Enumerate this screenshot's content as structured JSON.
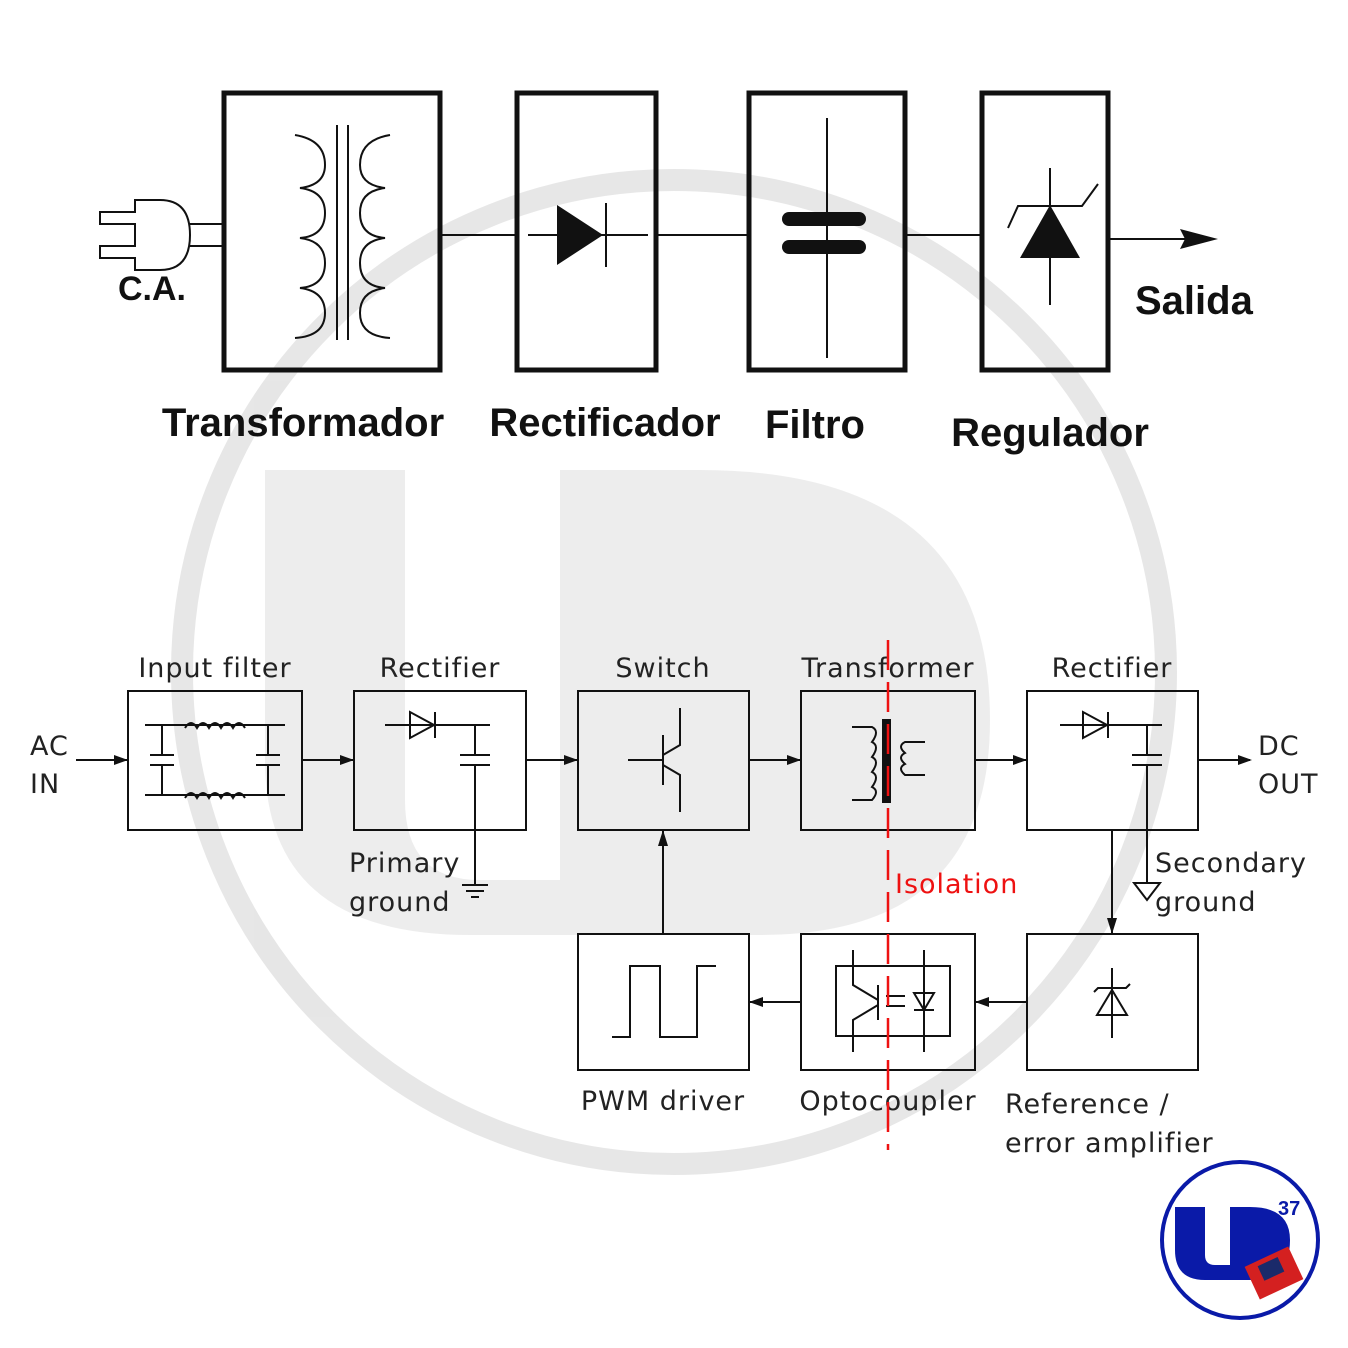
{
  "top_diagram": {
    "input_label": "C.A.",
    "output_label": "Salida",
    "blocks": [
      "Transformador",
      "Rectificador",
      "Filtro",
      "Regulador"
    ]
  },
  "bottom_diagram": {
    "input_label": [
      "AC",
      "IN"
    ],
    "output_label": [
      "DC",
      "OUT"
    ],
    "blocks": {
      "input_filter": "Input filter",
      "rectifier_primary": "Rectifier",
      "switch": "Switch",
      "transformer": "Transformer",
      "rectifier_secondary": "Rectifier",
      "pwm_driver": "PWM driver",
      "optocoupler": "Optocoupler",
      "reference": [
        "Reference /",
        "error amplifier"
      ]
    },
    "primary_ground": [
      "Primary",
      "ground"
    ],
    "secondary_ground": [
      "Secondary",
      "ground"
    ],
    "isolation_label": "Isolation"
  },
  "logo": {
    "text": "UD",
    "superscript": "37"
  },
  "colors": {
    "isolation": "#ee1111",
    "logo": "#0a1aa8",
    "watermark": "#e2e2e2"
  }
}
